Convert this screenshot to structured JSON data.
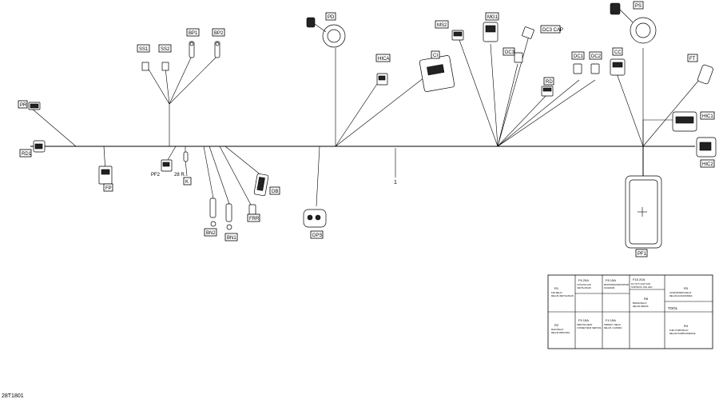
{
  "labels": {
    "PR": "PR",
    "RD1": "RD1",
    "FP": "FP",
    "SS1": "SS1",
    "SS2": "SS2",
    "BP1": "BP1",
    "BP2": "BP2",
    "PF2": "PF2",
    "SMALL1": "28 R.",
    "SMALL2": "K",
    "BN2": "BN2",
    "BN1": "BN1",
    "FRR": "FRR",
    "DB": "DB",
    "DPS": "DPS",
    "PD": "PD",
    "HICA": "HICA",
    "CI": "CI",
    "MS2": "MS2",
    "MG1": "MG1",
    "DC3CAP": "DC3 CAP",
    "DC3": "DC3",
    "DC1": "DC1",
    "DC2": "DC2",
    "RD": "RD",
    "PS": "PS",
    "CC": "CC",
    "FT": "FT",
    "HIC1": "HIC1",
    "HIC2": "HIC2",
    "PF1": "PF1",
    "CALLOUT": "1"
  },
  "fuse_table": {
    "cells": [
      {
        "id": "R1",
        "line1": "R1",
        "line2": "FAN RELAY",
        "line3": "RELAIS VENTILATEUR"
      },
      {
        "id": "F6",
        "line1": "F6      20A",
        "line2": "COOLING FAN",
        "line3": "VENTILATEUR"
      },
      {
        "id": "F8",
        "line1": "F8      15A",
        "line2": "MFP/INTERIOR/STARTER",
        "line3": "SOLENOID"
      },
      {
        "id": "F15",
        "line1": "F15      20A",
        "line2": "DC OUT LIGHT FAN",
        "line3": "SORTIE DC CML HKG"
      },
      {
        "id": "R8",
        "line1": "R8",
        "line2": "BRAKE RELAY",
        "line3": "RELAIS FREINS"
      },
      {
        "id": "R3",
        "line1": "R3",
        "line2": "ACCESSORIES RELAY",
        "line3": "RELAIS ACCESSOIRES"
      },
      {
        "id": "TOOL",
        "line1": "TOOL",
        "line2": "",
        "line3": ""
      },
      {
        "id": "R2",
        "line1": "R2",
        "line2": "MAIN RELAY",
        "line3": "RELAIS PRINCIPAL"
      },
      {
        "id": "F5",
        "line1": "F5      15A",
        "line2": "SERVICE HEAD",
        "line3": "CONNECTEUR SERVICE"
      },
      {
        "id": "F4",
        "line1": "F4      15A",
        "line2": "SPEEDO / RELAY",
        "line3": "RELAIS / CADRAN"
      },
      {
        "id": "R4",
        "line1": "R4",
        "line2": "FUEL PUMP RELAY",
        "line3": "RELAIS POMPE ESSENCE"
      }
    ]
  },
  "doc_id": "28T1801"
}
